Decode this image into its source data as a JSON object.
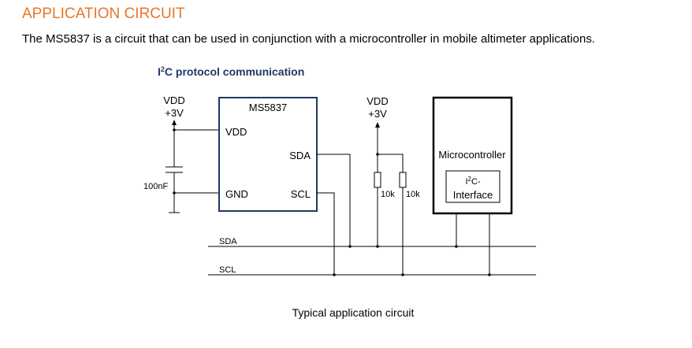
{
  "heading": "APPLICATION CIRCUIT",
  "intro": "The MS5837 is a circuit that can be used in conjunction with a microcontroller in mobile altimeter applications.",
  "diagram": {
    "protocol_title_sup": "2",
    "protocol_title_rest": "C protocol communication",
    "sensor": {
      "name": "MS5837",
      "pin_vdd": "VDD",
      "pin_gnd": "GND",
      "pin_sda": "SDA",
      "pin_scl": "SCL"
    },
    "supply_left": {
      "line1": "VDD",
      "line2": "+3V"
    },
    "supply_right": {
      "line1": "VDD",
      "line2": "+3V"
    },
    "capacitor": "100nF",
    "resistor1": "10k",
    "resistor2": "10k",
    "microcontroller": {
      "name": "Microcontroller",
      "iface_sup": "2",
      "iface_line1_rest": "C-",
      "iface_line2": "Interface"
    },
    "bus_sda": "SDA",
    "bus_scl": "SCL",
    "caption": "Typical application circuit"
  }
}
